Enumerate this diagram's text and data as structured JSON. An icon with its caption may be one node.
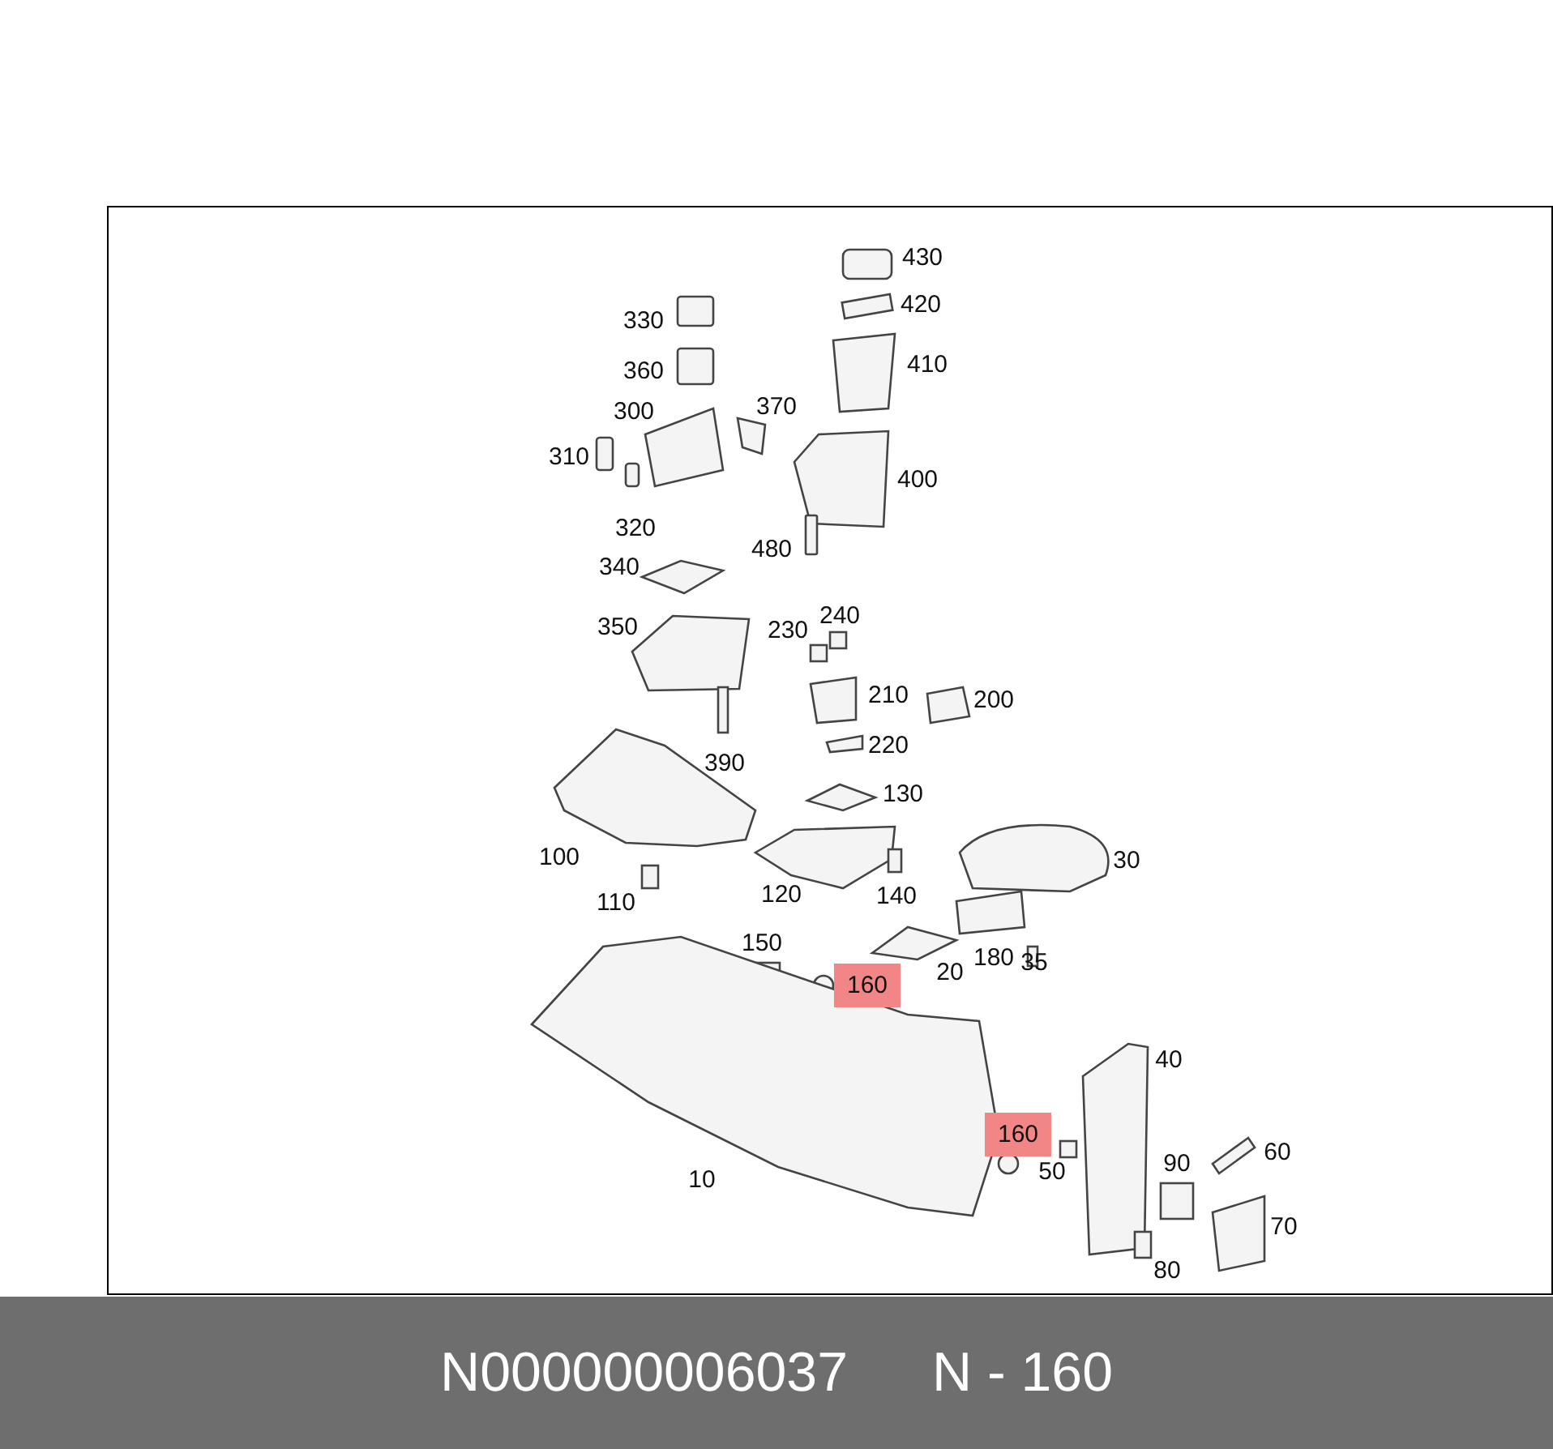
{
  "diagram": {
    "labels": [
      "430",
      "420",
      "330",
      "410",
      "360",
      "370",
      "300",
      "310",
      "400",
      "320",
      "480",
      "340",
      "240",
      "350",
      "230",
      "210",
      "200",
      "220",
      "390",
      "130",
      "100",
      "30",
      "120",
      "140",
      "110",
      "150",
      "180",
      "35",
      "20",
      "160",
      "40",
      "160",
      "60",
      "90",
      "50",
      "10",
      "70",
      "80",
      "N000000006037",
      "N - 160"
    ]
  }
}
